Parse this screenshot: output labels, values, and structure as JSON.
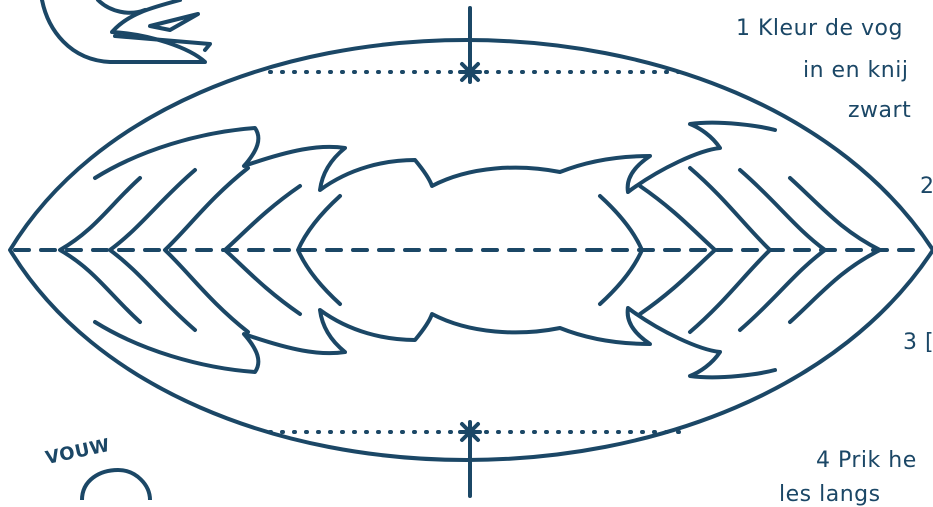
{
  "colors": {
    "ink": "#1b4766",
    "background": "#ffffff"
  },
  "instructions": {
    "step1_line1": "1 Kleur de vog",
    "step1_line2": "in en knij",
    "step1_line3": "zwart",
    "step2": "2",
    "step3": "3 [",
    "step4_line1": "4 Prik he",
    "step4_line2": "les langs"
  },
  "fold_label": "VOUW",
  "icons": {
    "bird": "bird-icon",
    "cutout": "lemon-shape-cutout",
    "fold_marker": "star-fold-marker"
  }
}
